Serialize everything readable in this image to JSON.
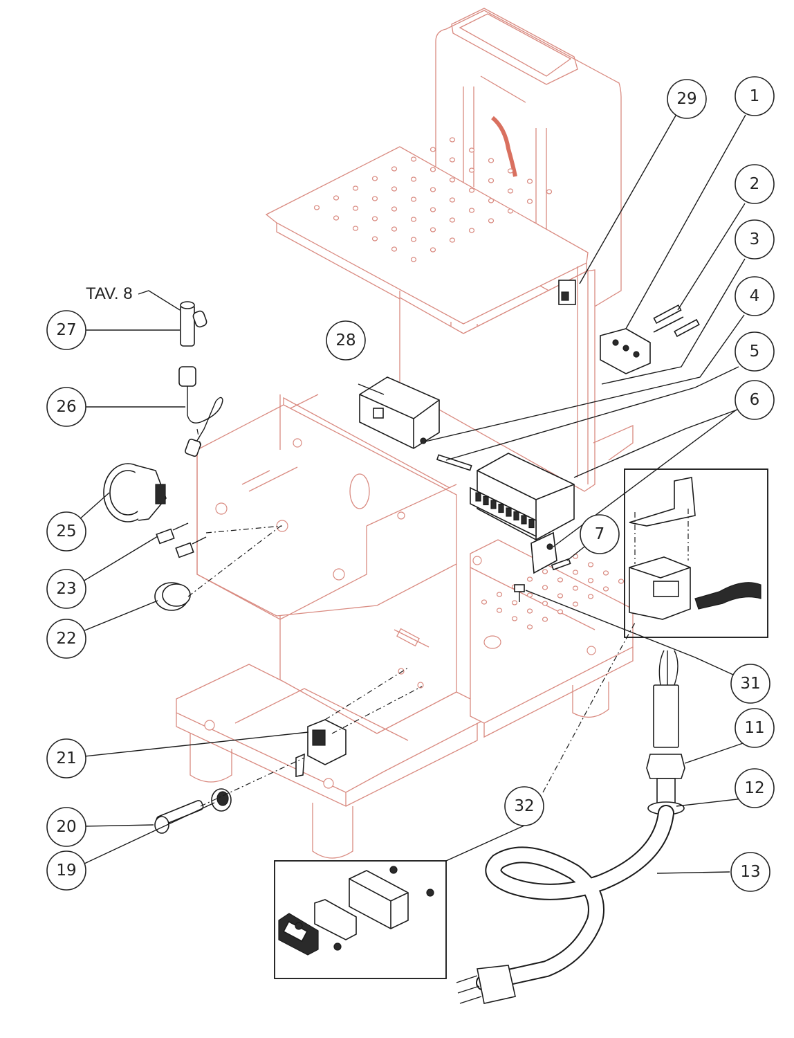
{
  "diagram": {
    "title": "Exploded view - electrical components",
    "reference_label": "TAV. 8",
    "colors": {
      "frame_ghost": "#d98a80",
      "parts_ink": "#1a1a1a",
      "background": "#ffffff"
    },
    "callouts": [
      {
        "id": "1",
        "label": "1"
      },
      {
        "id": "2",
        "label": "2"
      },
      {
        "id": "3",
        "label": "3"
      },
      {
        "id": "4",
        "label": "4"
      },
      {
        "id": "5",
        "label": "5"
      },
      {
        "id": "6",
        "label": "6"
      },
      {
        "id": "7",
        "label": "7"
      },
      {
        "id": "11",
        "label": "11"
      },
      {
        "id": "12",
        "label": "12"
      },
      {
        "id": "13",
        "label": "13"
      },
      {
        "id": "19",
        "label": "19"
      },
      {
        "id": "20",
        "label": "20"
      },
      {
        "id": "21",
        "label": "21"
      },
      {
        "id": "22",
        "label": "22"
      },
      {
        "id": "23",
        "label": "23"
      },
      {
        "id": "25",
        "label": "25"
      },
      {
        "id": "26",
        "label": "26"
      },
      {
        "id": "27",
        "label": "27"
      },
      {
        "id": "28",
        "label": "28"
      },
      {
        "id": "29",
        "label": "29"
      },
      {
        "id": "31",
        "label": "31"
      },
      {
        "id": "32",
        "label": "32"
      }
    ]
  }
}
